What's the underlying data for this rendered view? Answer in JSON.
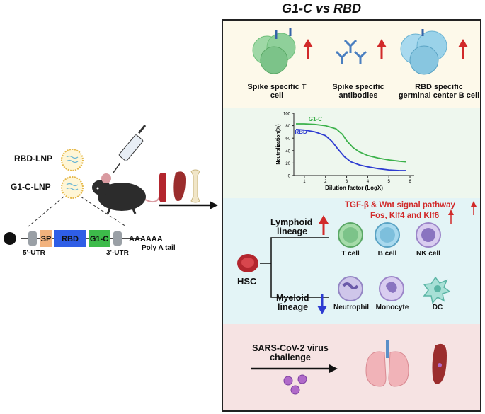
{
  "title": "G1-C vs RBD",
  "left": {
    "lnp1": "RBD-LNP",
    "lnp2": "G1-C-LNP",
    "prime5": "5'",
    "construct": {
      "sp": "SP",
      "rbd": "RBD",
      "g1c": "G1-C",
      "polyA": "AAAAAA",
      "utr5": "5'-UTR",
      "utr3": "3'-UTR",
      "polyA_label": "Poly A tail"
    }
  },
  "panel1": {
    "label1": "Spike specific T cell",
    "label2a": "Spike specific",
    "label2b": "antibodies",
    "label3a": "RBD specific",
    "label3b": "germinal center B cell"
  },
  "chart_data": {
    "type": "line",
    "xlabel": "Dilution factor (LogX)",
    "ylabel": "Neutralization(%)",
    "xlim": [
      0.5,
      6.2
    ],
    "ylim": [
      0,
      100
    ],
    "x_ticks": [
      1,
      2,
      3,
      4,
      5,
      6
    ],
    "y_ticks": [
      0,
      20,
      40,
      60,
      80,
      100
    ],
    "series": [
      {
        "name": "G1-C",
        "color": "#3bb14a",
        "x": [
          0.6,
          1.0,
          1.5,
          2.0,
          2.5,
          2.8,
          3.0,
          3.3,
          3.6,
          4.0,
          4.5,
          5.0,
          5.5,
          5.8
        ],
        "y": [
          83,
          83,
          82,
          80,
          75,
          66,
          56,
          45,
          38,
          32,
          28,
          25,
          23,
          22
        ]
      },
      {
        "name": "RBD",
        "color": "#2d3bd1",
        "x": [
          0.6,
          1.0,
          1.5,
          2.0,
          2.3,
          2.6,
          2.9,
          3.2,
          3.6,
          4.0,
          4.5,
          5.0,
          5.5,
          5.8
        ],
        "y": [
          74,
          73,
          70,
          64,
          55,
          42,
          30,
          22,
          17,
          14,
          11,
          9,
          8,
          8
        ]
      }
    ]
  },
  "panel3": {
    "pathway_line1": "TGF-β & Wnt signal pathway",
    "pathway_line2": "Fos, Klf4 and Klf6",
    "lymphoid_a": "Lymphoid",
    "lymphoid_b": "lineage",
    "myeloid_a": "Myeloid",
    "myeloid_b": "lineage",
    "hsc": "HSC",
    "cells": {
      "t": "T cell",
      "b": "B cell",
      "nk": "NK cell",
      "neutrophil": "Neutrophil",
      "monocyte": "Monocyte",
      "dc": "DC"
    }
  },
  "panel4": {
    "line1": "SARS-CoV-2 virus",
    "line2": "challenge"
  },
  "colors": {
    "up_arrow": "#d12a2a",
    "down_arrow": "#2d3bd1",
    "rbd_box": "#2f5ee6",
    "g1c_box": "#3dbb4a",
    "sp_box": "#f2b27d"
  }
}
